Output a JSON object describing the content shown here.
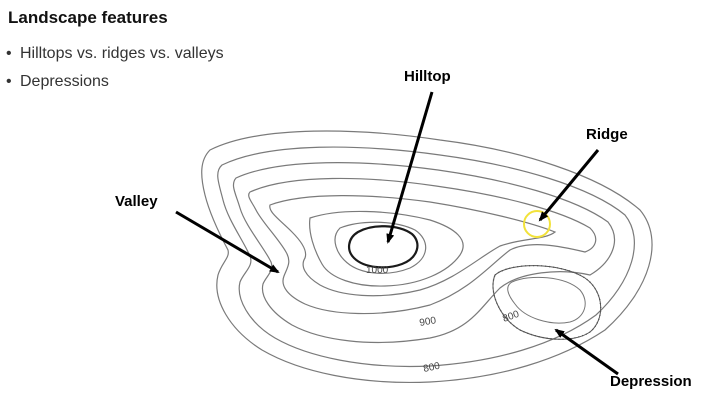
{
  "slide": {
    "title": "Landscape features",
    "bullets": [
      "Hilltops vs. ridges vs. valleys",
      "Depressions"
    ]
  },
  "labels": {
    "hilltop": "Hilltop",
    "ridge": "Ridge",
    "valley": "Valley",
    "depression": "Depression"
  },
  "contour_labels": {
    "summit": "1000",
    "middle": "900",
    "outer": "800",
    "depression": "800"
  },
  "colors": {
    "contour": "#7a7a7a",
    "highlight_circle": "#f2e23a",
    "arrow": "#000000"
  }
}
